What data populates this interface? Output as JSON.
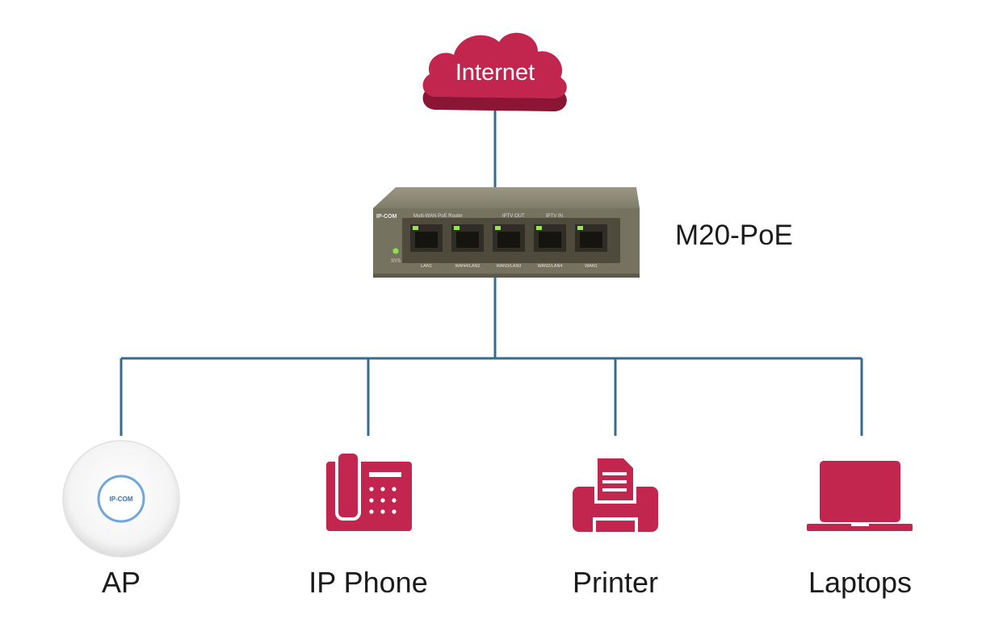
{
  "diagram": {
    "cloud": {
      "label": "Internet"
    },
    "device": {
      "model": "M20-PoE",
      "brand": "IP-COM",
      "panel_text": "Multi-WAN PoE Router",
      "iptv_out": "IPTV OUT",
      "iptv_in": "IPTV IN",
      "sys_label": "SYS",
      "ports": [
        "LAN1",
        "WAN4/LAN2",
        "WAN3/LAN3",
        "WAN2/LAN4",
        "WAN1"
      ]
    },
    "endpoints": [
      {
        "label": "AP",
        "icon": "access-point-icon",
        "brand": "IP-COM"
      },
      {
        "label": "IP Phone",
        "icon": "ip-phone-icon"
      },
      {
        "label": "Printer",
        "icon": "printer-icon"
      },
      {
        "label": "Laptops",
        "icon": "laptop-icon"
      }
    ]
  },
  "colors": {
    "accent": "#c2264f",
    "line": "#356b8c",
    "router_body": "#7d7a6a",
    "text": "#1b1b1b"
  }
}
